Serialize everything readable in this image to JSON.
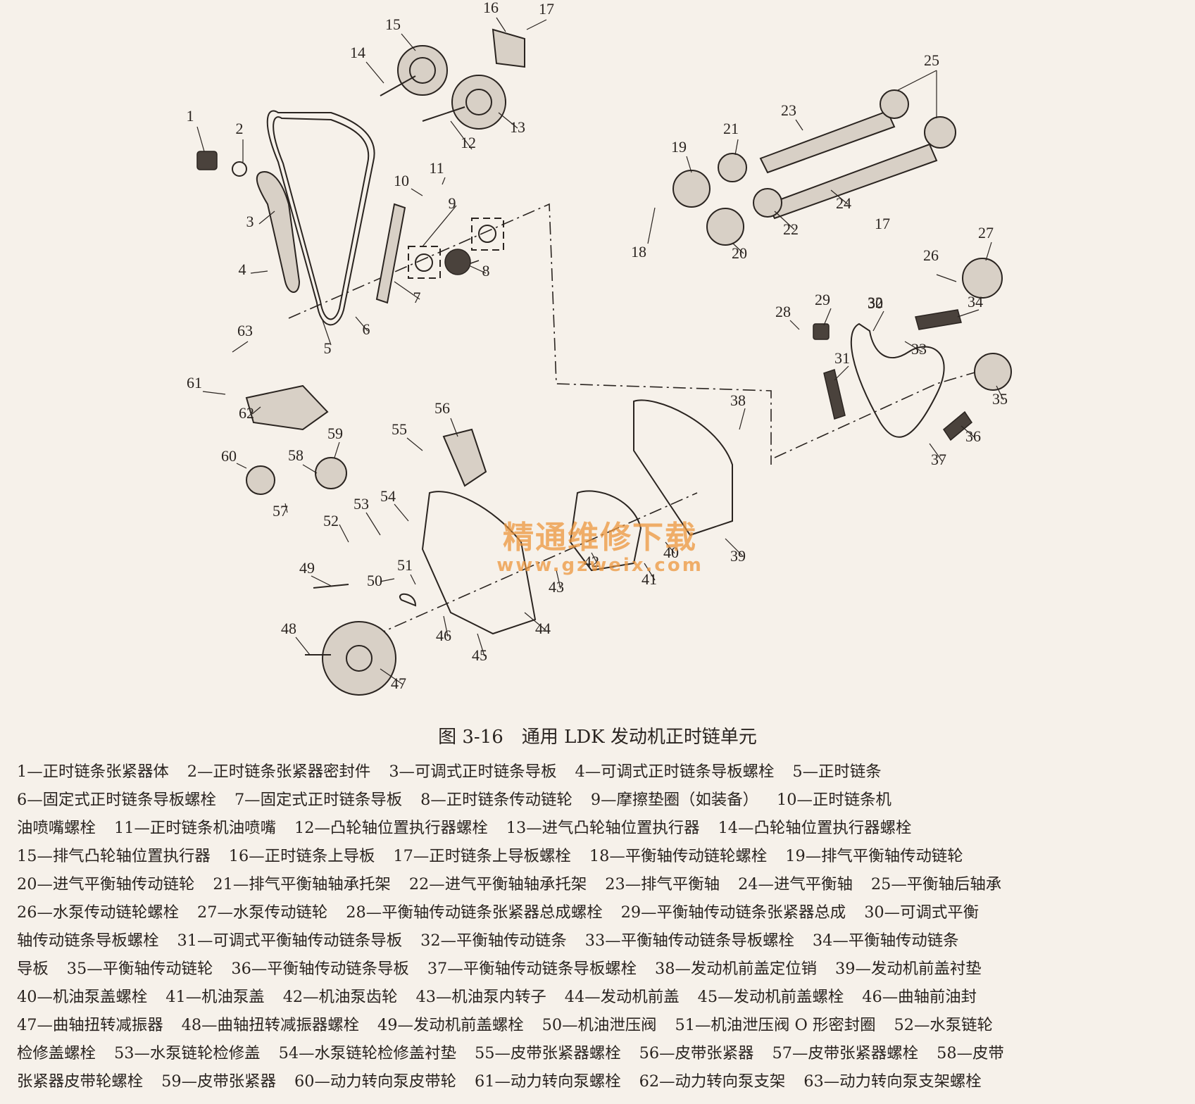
{
  "figure": {
    "caption": "图 3-16　通用 LDK 发动机正时链单元",
    "watermark": {
      "site_name": "精通维修下载",
      "url": "www.gzweix.com"
    }
  },
  "callouts": [
    "1",
    "2",
    "3",
    "4",
    "5",
    "6",
    "7",
    "8",
    "9",
    "10",
    "11",
    "12",
    "13",
    "14",
    "15",
    "16",
    "17",
    "18",
    "19",
    "20",
    "21",
    "22",
    "23",
    "24",
    "25",
    "26",
    "27",
    "28",
    "29",
    "30",
    "31",
    "32",
    "33",
    "34",
    "35",
    "36",
    "37",
    "38",
    "39",
    "40",
    "41",
    "42",
    "43",
    "44",
    "45",
    "46",
    "47",
    "48",
    "49",
    "50",
    "51",
    "52",
    "53",
    "54",
    "55",
    "56",
    "57",
    "58",
    "59",
    "60",
    "61",
    "62",
    "63"
  ],
  "extra_callouts": [
    "17"
  ],
  "legend_rows": [
    [
      "1—正时链条张紧器体",
      "2—正时链条张紧器密封件",
      "3—可调式正时链条导板",
      "4—可调式正时链条导板螺栓",
      "5—正时链条"
    ],
    [
      "6—固定式正时链条导板螺栓",
      "7—固定式正时链条导板",
      "8—正时链条传动链轮",
      "9—摩擦垫圈（如装备）",
      "10—正时链条机"
    ],
    [
      "油喷嘴螺栓",
      "11—正时链条机油喷嘴",
      "12—凸轮轴位置执行器螺栓",
      "13—进气凸轮轴位置执行器",
      "14—凸轮轴位置执行器螺栓"
    ],
    [
      "15—排气凸轮轴位置执行器",
      "16—正时链条上导板",
      "17—正时链条上导板螺栓",
      "18—平衡轴传动链轮螺栓",
      "19—排气平衡轴传动链轮"
    ],
    [
      "20—进气平衡轴传动链轮",
      "21—排气平衡轴轴承托架",
      "22—进气平衡轴轴承托架",
      "23—排气平衡轴",
      "24—进气平衡轴",
      "25—平衡轴后轴承"
    ],
    [
      "26—水泵传动链轮螺栓",
      "27—水泵传动链轮",
      "28—平衡轴传动链条张紧器总成螺栓",
      "29—平衡轴传动链条张紧器总成",
      "30—可调式平衡"
    ],
    [
      "轴传动链条导板螺栓",
      "31—可调式平衡轴传动链条导板",
      "32—平衡轴传动链条",
      "33—平衡轴传动链条导板螺栓",
      "34—平衡轴传动链条"
    ],
    [
      "导板",
      "35—平衡轴传动链轮",
      "36—平衡轴传动链条导板",
      "37—平衡轴传动链条导板螺栓",
      "38—发动机前盖定位销",
      "39—发动机前盖衬垫"
    ],
    [
      "40—机油泵盖螺栓",
      "41—机油泵盖",
      "42—机油泵齿轮",
      "43—机油泵内转子",
      "44—发动机前盖",
      "45—发动机前盖螺栓",
      "46—曲轴前油封"
    ],
    [
      "47—曲轴扭转减振器",
      "48—曲轴扭转减振器螺栓",
      "49—发动机前盖螺栓",
      "50—机油泄压阀",
      "51—机油泄压阀 O 形密封圈",
      "52—水泵链轮"
    ],
    [
      "检修盖螺栓",
      "53—水泵链轮检修盖",
      "54—水泵链轮检修盖衬垫",
      "55—皮带张紧器螺栓",
      "56—皮带张紧器",
      "57—皮带张紧器螺栓",
      "58—皮带"
    ],
    [
      "张紧器皮带轮螺栓",
      "59—皮带张紧器",
      "60—动力转向泵皮带轮",
      "61—动力转向泵螺栓",
      "62—动力转向泵支架",
      "63—动力转向泵支架螺栓"
    ]
  ]
}
